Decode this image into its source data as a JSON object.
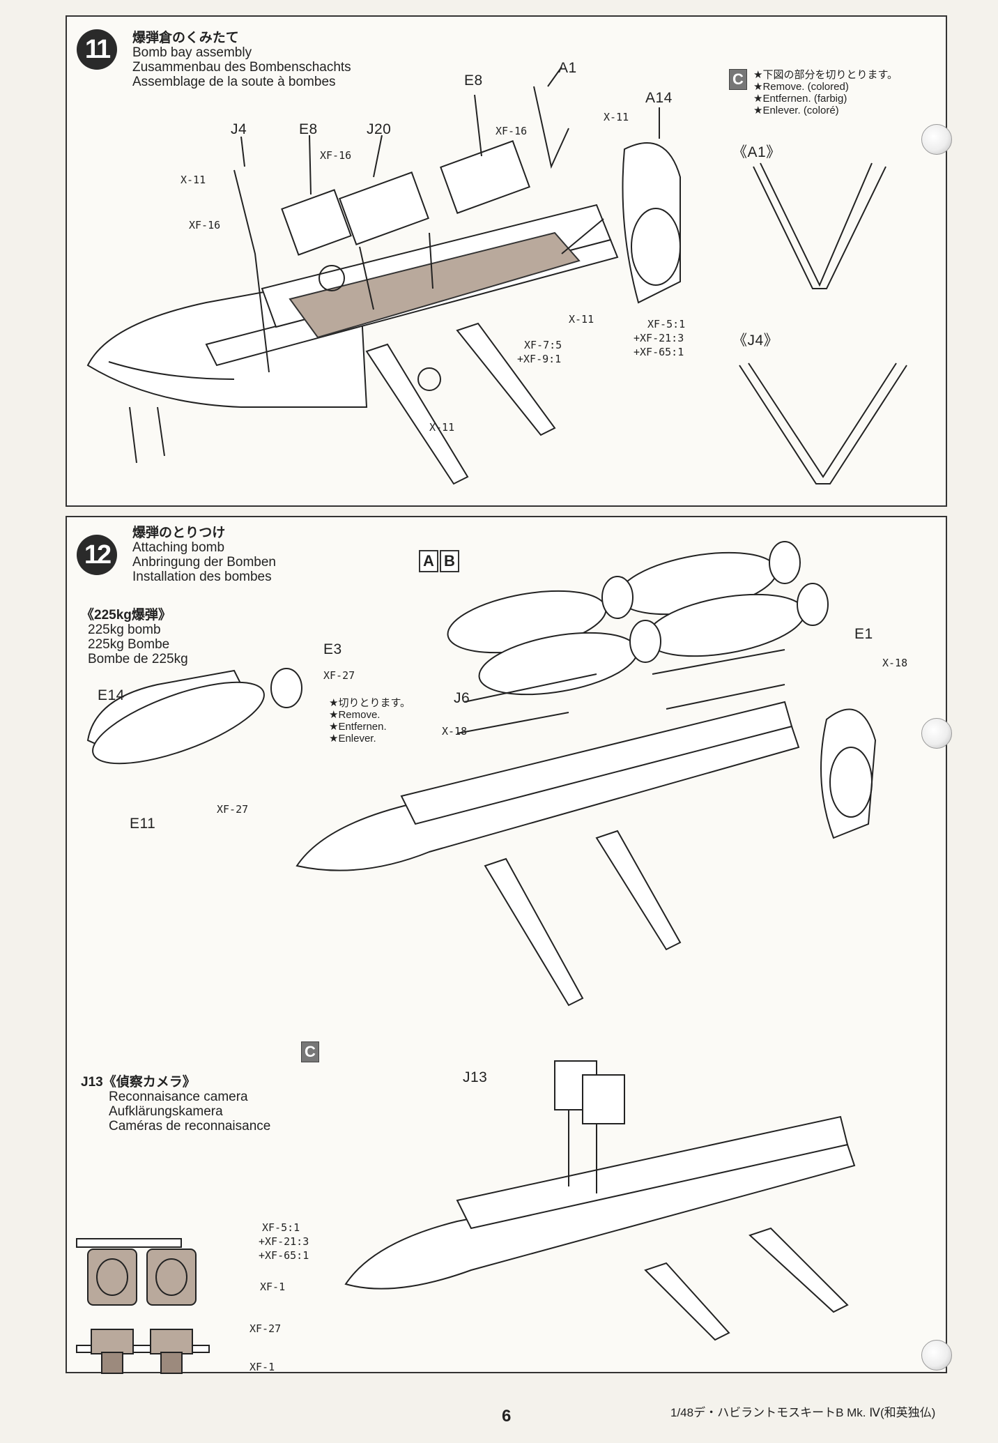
{
  "step11": {
    "number": "11",
    "title_jp": "爆弾倉のくみたて",
    "title_en": "Bomb bay assembly",
    "title_de": "Zusammenbau des Bombenschachts",
    "title_fr": "Assemblage de la soute à bombes",
    "part_labels": {
      "j4": "J4",
      "e8a": "E8",
      "j20": "J20",
      "e8b": "E8",
      "a1": "A1",
      "a14": "A14"
    },
    "paints": {
      "x11_a": "X-11",
      "xf16_a": "XF-16",
      "xf16_b": "XF-16",
      "xf16_c": "XF-16",
      "x11_b": "X-11",
      "x11_c": "X-11",
      "xf7_mix_1": "XF-7:5",
      "xf7_mix_2": "+XF-9:1",
      "xf5_mix_1": "XF-5:1",
      "xf5_mix_2": "+XF-21:3",
      "xf5_mix_3": "+XF-65:1",
      "x11_d": "X-11"
    },
    "option_box": "C",
    "remove_jp": "★下図の部分を切りとります。",
    "remove_en": "★Remove. (colored)",
    "remove_de": "★Entfernen. (farbig)",
    "remove_fr": "★Enlever. (coloré)",
    "detail_a1": "《A1》",
    "detail_j4": "《J4》"
  },
  "step12": {
    "number": "12",
    "title_jp": "爆弾のとりつけ",
    "title_en": "Attaching bomb",
    "title_de": "Anbringung der Bomben",
    "title_fr": "Installation des bombes",
    "option_a": "A",
    "option_b": "B",
    "bomb_jp": "《225kg爆弾》",
    "bomb_en": "225kg bomb",
    "bomb_de": "225kg Bombe",
    "bomb_fr": "Bombe de 225kg",
    "part_labels": {
      "e3": "E3",
      "e14": "E14",
      "e11": "E11",
      "e1": "E1",
      "j6": "J6",
      "j13": "J13"
    },
    "paints": {
      "xf27_a": "XF-27",
      "xf27_b": "XF-27",
      "x18_a": "X-18",
      "x18_b": "X-18"
    },
    "remove_jp": "★切りとります。",
    "remove_en": "★Remove.",
    "remove_de": "★Entfernen.",
    "remove_fr": "★Enlever.",
    "option_c": "C",
    "camera_jp": "J13《偵察カメラ》",
    "camera_en": "Reconnaisance camera",
    "camera_de": "Aufklärungskamera",
    "camera_fr": "Caméras de reconnaisance",
    "camera_paints": {
      "mix_1": "XF-5:1",
      "mix_2": "+XF-21:3",
      "mix_3": "+XF-65:1",
      "xf1_a": "XF-1",
      "xf27": "XF-27",
      "xf1_b": "XF-1"
    }
  },
  "footer": {
    "page_number": "6",
    "model_name": "1/48デ・ハビラントモスキートB Mk. Ⅳ(和英独仏)"
  }
}
